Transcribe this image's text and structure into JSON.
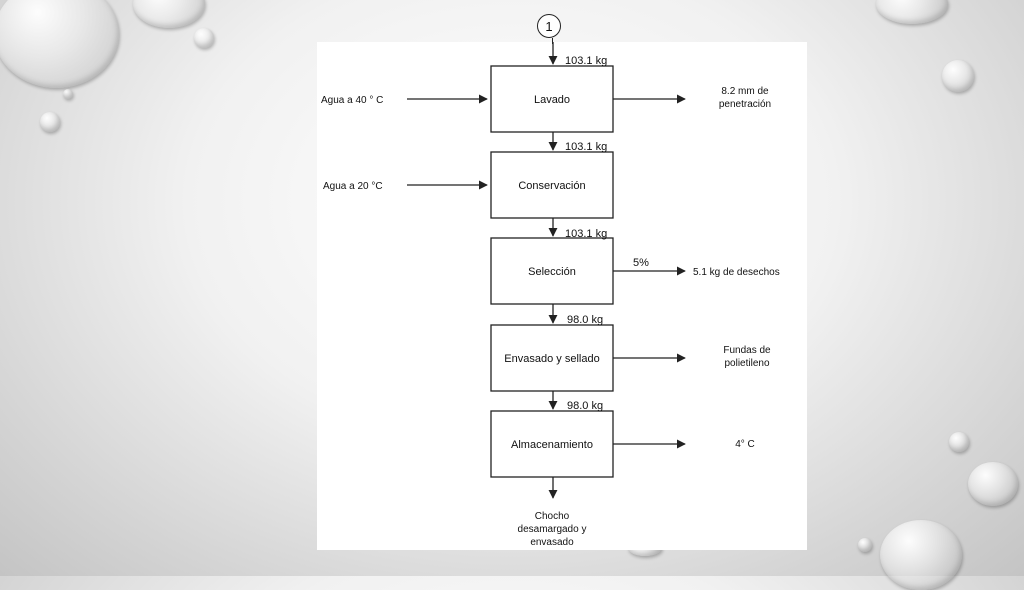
{
  "marker": "1",
  "steps": [
    {
      "label": "Lavado",
      "mass_in": "103.1 kg"
    },
    {
      "label": "Conservación",
      "mass_in": "103.1 kg"
    },
    {
      "label": "Selección",
      "mass_in": "103.1 kg"
    },
    {
      "label": "Envasado y sellado",
      "mass_in": "98.0 kg"
    },
    {
      "label": "Almacenamiento",
      "mass_in": "98.0 kg"
    }
  ],
  "inputs": {
    "lavado": "Agua a 40 ° C",
    "conservacion": "Agua a 20 °C"
  },
  "outputs": {
    "lavado": [
      "8.2 mm de",
      "penetración"
    ],
    "seleccion_pct": "5%",
    "seleccion": "5.1 kg de desechos",
    "envasado": [
      "Fundas de",
      "polietileno"
    ],
    "almacenamiento": "4° C"
  },
  "final_product": [
    "Chocho",
    "desamargado y",
    "envasado"
  ]
}
